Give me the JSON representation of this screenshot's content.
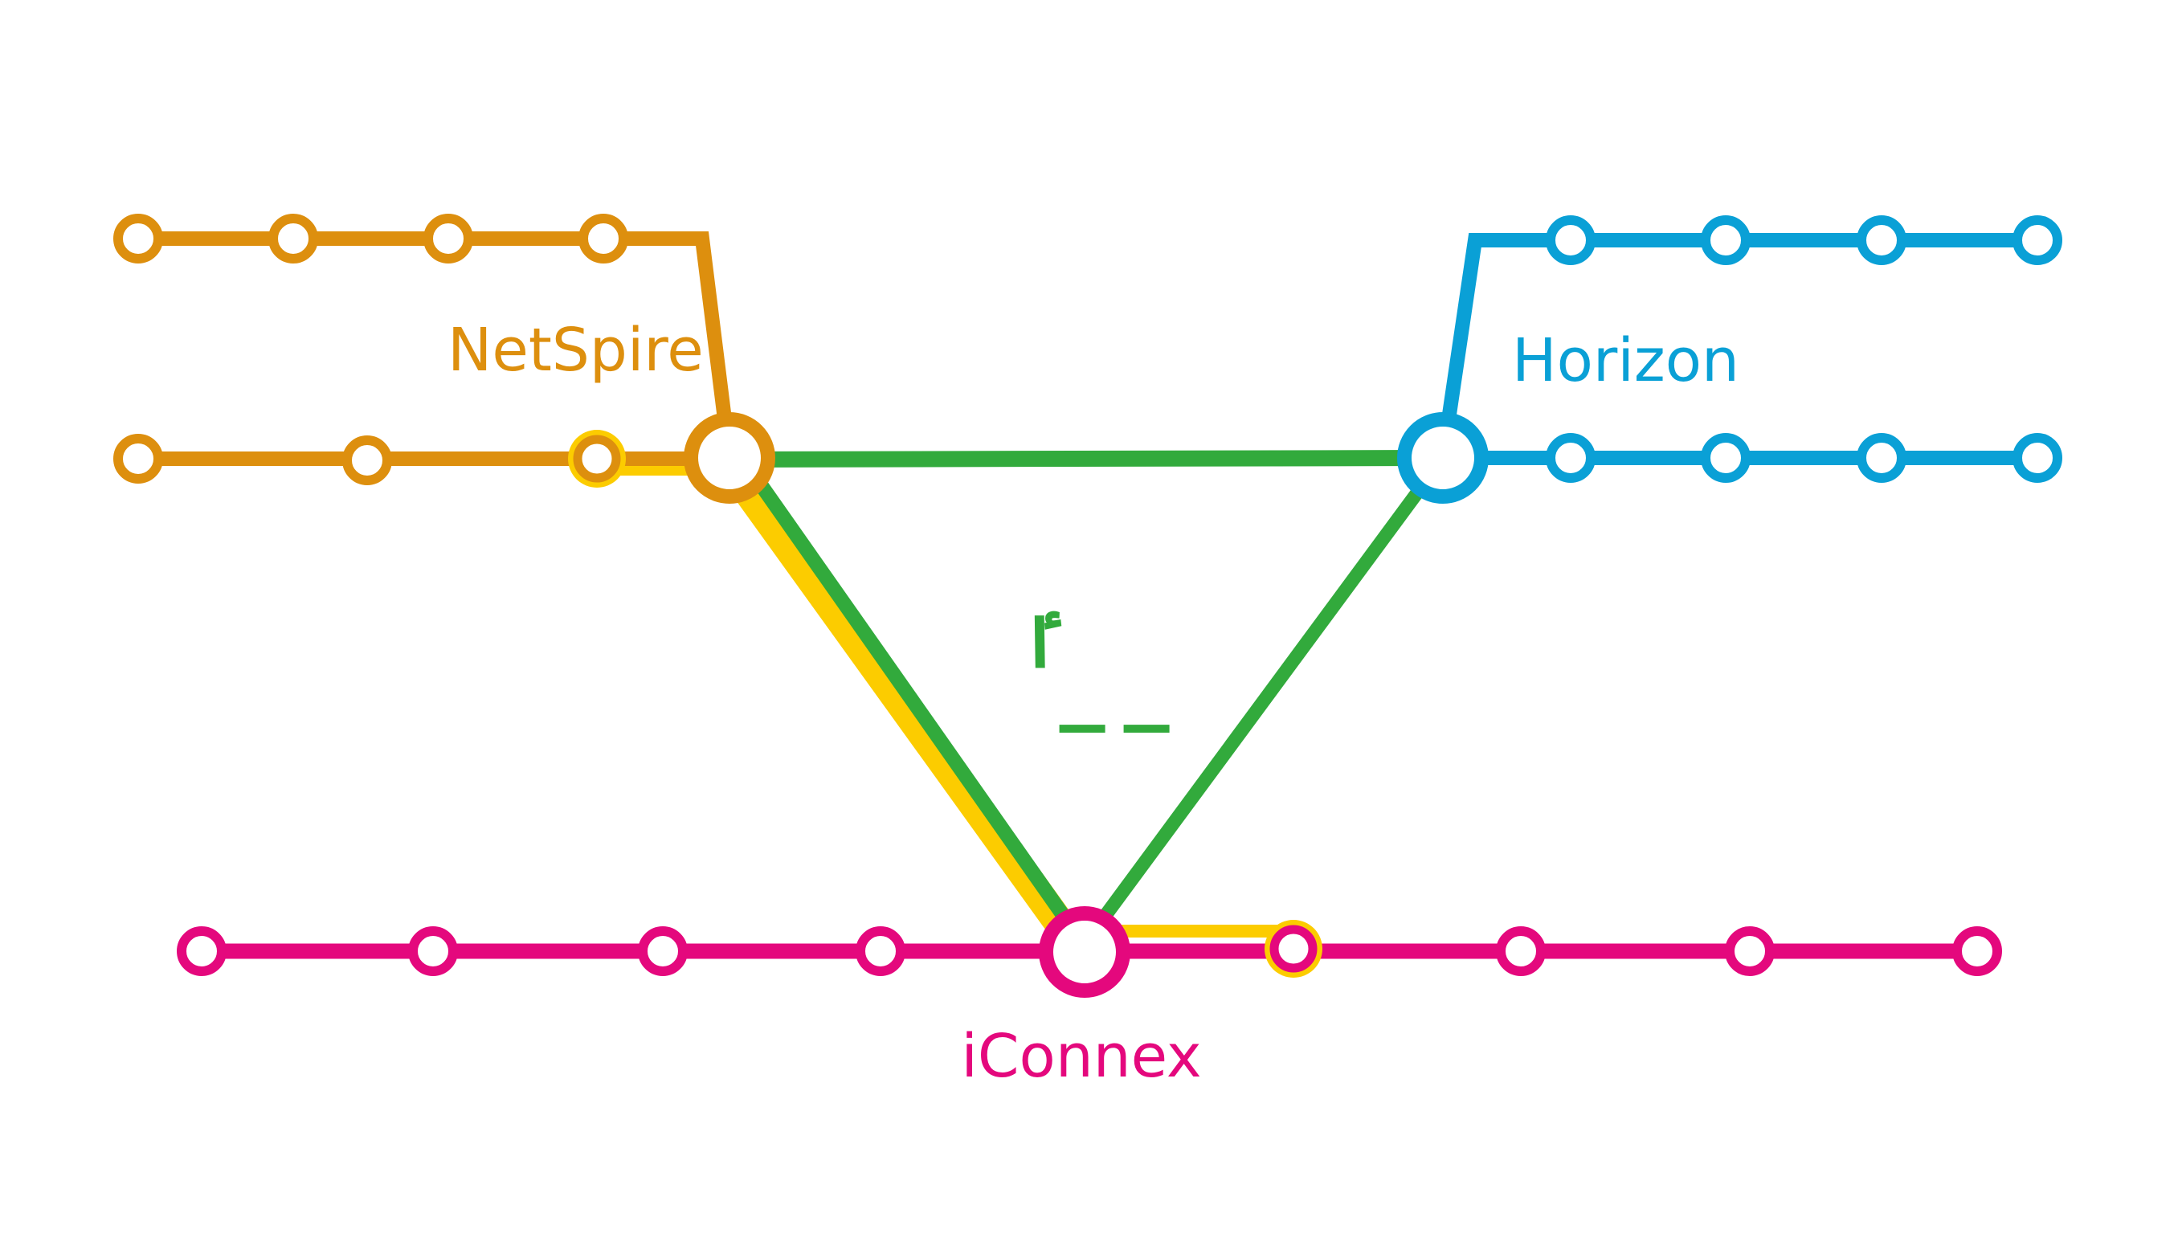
{
  "colors": {
    "netspire": "#dd8f0e",
    "horizon": "#0aa0d6",
    "iconnex": "#e4087d",
    "link_green": "#32aa3c",
    "link_yellow": "#fccc00",
    "station_fill": "#ffffff"
  },
  "networks": {
    "netspire": {
      "label": "NetSpire"
    },
    "horizon": {
      "label": "Horizon"
    },
    "iconnex": {
      "label": "iConnex"
    }
  },
  "center_glyphs": [
    "ٵ",
    "ـ",
    "ـ"
  ]
}
